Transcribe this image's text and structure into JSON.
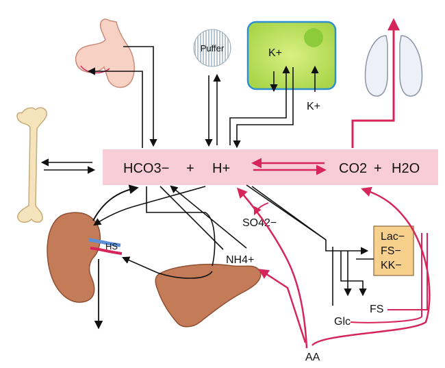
{
  "colors": {
    "band": "#f9cdd8",
    "acid_arrow": "#d6255a",
    "cell_fill": "#c9e86b",
    "cell_border": "#2d8fcf",
    "organ_fill": "#c47b57",
    "stomach_fill": "#f6d1c4",
    "bone_fill": "#f4e3bb",
    "lung_fill": "#eef0f7",
    "box_fill": "#f8d08e"
  },
  "band": {
    "hco3": "HCO3−",
    "plus1": "+",
    "hplus": "H+",
    "co2": "CO2",
    "plus2": "+",
    "h2o": "H2O"
  },
  "labels": {
    "puffer": "Puffer",
    "k_in_cell": "K+",
    "k_outside": "K+",
    "so4": "SO42−",
    "nh4": "NH4+",
    "hs": "HS",
    "lac": "Lac−",
    "fs_minus": "FS−",
    "kk": "KK−",
    "fs": "FS",
    "glc": "Glc",
    "aa": "AA"
  },
  "icons": {
    "stomach": "stomach-icon",
    "buffer": "buffer-sphere-icon",
    "cell": "cell-icon",
    "lungs": "lungs-icon",
    "bone": "bone-icon",
    "kidney": "kidney-icon",
    "liver": "liver-icon"
  }
}
